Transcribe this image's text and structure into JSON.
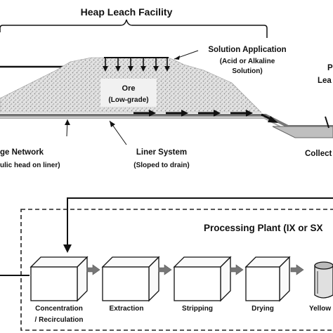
{
  "colors": {
    "ore_fill": "#d9d9d9",
    "liner": "#777777",
    "pond": "#bfbfbf",
    "box_dash": "#222222",
    "drum_top": "#bbbbbb"
  },
  "heap": {
    "title": "Heap Leach Facility",
    "ore_label": "Ore",
    "ore_sublabel": "(Low-grade)",
    "solution_label": "Solution Application",
    "solution_sub1": "(Acid or Alkaline",
    "solution_sub2": "Solution)",
    "drainage_label": "ge Network",
    "drainage_sub": "ulic head on liner)",
    "liner_label": "Liner System",
    "liner_sub": "(Sloped to drain)",
    "collection_label": "Collect",
    "right_partial_1": "P",
    "right_partial_2": "Lea"
  },
  "plant": {
    "title": "Processing Plant (IX or SX",
    "steps": [
      {
        "label_line1": "Concentration",
        "label_line2": "/ Recirculation",
        "icon": "cube-icon"
      },
      {
        "label_line1": "Extraction",
        "label_line2": "",
        "icon": "cube-icon"
      },
      {
        "label_line1": "Stripping",
        "label_line2": "",
        "icon": "cube-icon"
      },
      {
        "label_line1": "Drying",
        "label_line2": "",
        "icon": "cube-icon"
      },
      {
        "label_line1": "Yellow",
        "label_line2": "",
        "icon": "drum-icon"
      }
    ]
  }
}
